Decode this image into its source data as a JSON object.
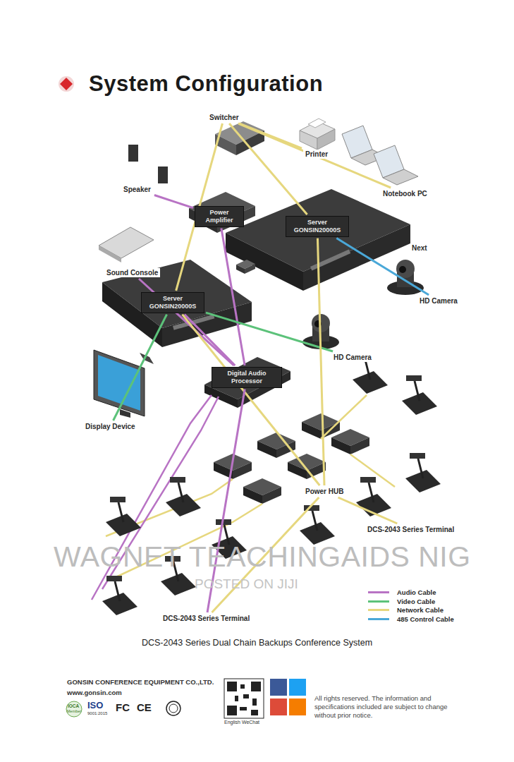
{
  "diagram": {
    "title": "System Configuration",
    "caption": "DCS-2043 Series Dual Chain Backups Conference System",
    "nodes": [
      {
        "text": [
          "Switcher"
        ]
      },
      {
        "text": [
          "Printer"
        ]
      },
      {
        "text": [
          "Notebook PC"
        ]
      },
      {
        "text": [
          "Speaker"
        ]
      },
      {
        "text": [
          "Power Amplifier"
        ]
      },
      {
        "text": [
          "Server GONSIN20000S"
        ]
      },
      {
        "text": [
          "Sound Console"
        ]
      },
      {
        "text": [
          "Server GONSIN20000S"
        ]
      },
      {
        "text": [
          "HD Camera"
        ]
      },
      {
        "text": [
          "HD Camera"
        ]
      },
      {
        "text": [
          "Display Device"
        ]
      },
      {
        "text": [
          "Digital Audio Processor"
        ]
      },
      {
        "text": [
          "Power HUB"
        ]
      },
      {
        "text": [
          "DCS-2043 Series Terminal"
        ]
      },
      {
        "text": [
          "DCS-2043 Series Terminal"
        ]
      }
    ],
    "edges": [
      {
        "from": 0,
        "to": 1,
        "arrow": "none"
      },
      {
        "from": 0,
        "to": 2,
        "arrow": "none"
      },
      {
        "from": 0,
        "to": 5,
        "arrow": "none"
      },
      {
        "from": 0,
        "to": 7,
        "arrow": "none"
      },
      {
        "from": 4,
        "to": 3,
        "arrow": "none"
      },
      {
        "from": 4,
        "to": 11,
        "arrow": "none"
      },
      {
        "from": 6,
        "to": 11,
        "arrow": "none"
      },
      {
        "from": 5,
        "to": 8,
        "arrow": "none"
      },
      {
        "from": 7,
        "to": 9,
        "arrow": "none"
      },
      {
        "from": 7,
        "to": 10,
        "arrow": "none"
      },
      {
        "from": 7,
        "to": 11,
        "arrow": "none"
      },
      {
        "from": 7,
        "to": 12,
        "arrow": "none"
      },
      {
        "from": 5,
        "to": 12,
        "arrow": "none"
      },
      {
        "from": 12,
        "to": 13,
        "arrow": "none"
      },
      {
        "from": 12,
        "to": 14,
        "arrow": "none"
      },
      {
        "from": 11,
        "to": 14,
        "arrow": "none"
      }
    ],
    "labels": [
      "Next",
      "WAGNET TEACHINGAIDS NIG",
      "POSTED ON JIJI",
      "GONSIN CONFERENCE EQUIPMENT CO.,LTD.",
      "www.gonsin.com",
      "IOCA",
      "Member",
      "ISO",
      "9001:2015",
      "FC",
      "CE",
      "English WeChat",
      "All rights reserved. The information and specifications included are subject to change without prior notice."
    ],
    "legend": [
      {
        "text": "Audio Cable",
        "color": "#b873c4"
      },
      {
        "text": "Video Cable",
        "color": "#5cc27a"
      },
      {
        "text": "Network Cable",
        "color": "#e6d77e"
      },
      {
        "text": "485 Control Cable",
        "color": "#4aa8d8"
      }
    ]
  }
}
